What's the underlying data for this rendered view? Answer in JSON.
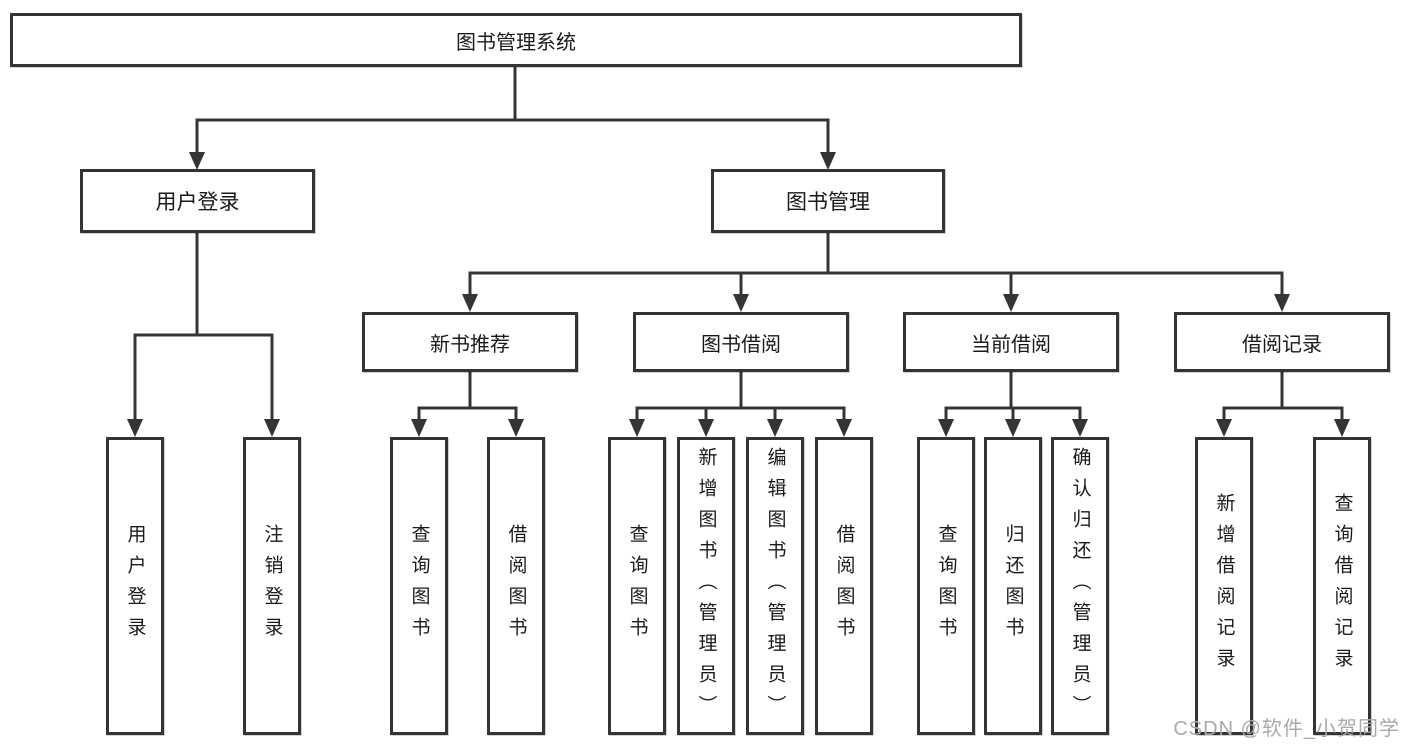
{
  "diagram": {
    "root": {
      "label": "图书管理系统"
    },
    "level1": [
      {
        "label": "用户登录"
      },
      {
        "label": "图书管理"
      }
    ],
    "level2": [
      {
        "label": "新书推荐"
      },
      {
        "label": "图书借阅"
      },
      {
        "label": "当前借阅"
      },
      {
        "label": "借阅记录"
      }
    ],
    "leaves": [
      {
        "label": "用户登录"
      },
      {
        "label": "注销登录"
      },
      {
        "label": "查询图书"
      },
      {
        "label": "借阅图书"
      },
      {
        "label": "查询图书"
      },
      {
        "label": "新增图书（管理员）"
      },
      {
        "label": "编辑图书（管理员）"
      },
      {
        "label": "借阅图书"
      },
      {
        "label": "查询图书"
      },
      {
        "label": "归还图书"
      },
      {
        "label": "确认归还（管理员）"
      },
      {
        "label": "新增借阅记录"
      },
      {
        "label": "查询借阅记录"
      }
    ]
  },
  "watermark": {
    "text": "CSDN @软件_小贺同学"
  },
  "colors": {
    "line": "#343434",
    "box-border": "#343434",
    "box-bg": "#ffffff",
    "text": "#1a1a1a",
    "watermark": "#a9a9a9",
    "canvas-bg": "#ffffff"
  }
}
